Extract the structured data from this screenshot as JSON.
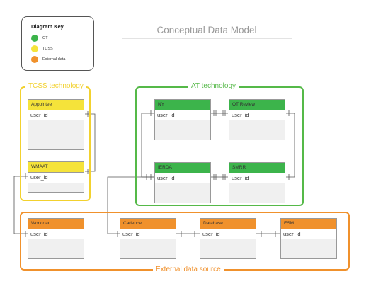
{
  "title": "Conceptual Data Model",
  "legend": {
    "title": "Diagram Key",
    "items": [
      {
        "label": "OT",
        "color": "#3cb44b"
      },
      {
        "label": "TCSS",
        "color": "#f5e33a"
      },
      {
        "label": "External data",
        "color": "#f0912c"
      }
    ]
  },
  "groups": {
    "tcss": {
      "label": "TCSS technology",
      "color": "#f2d12e"
    },
    "ot": {
      "label": "AT technology",
      "color": "#55b948"
    },
    "external": {
      "label": "External data source",
      "color": "#f0912c"
    }
  },
  "entities": {
    "appointee": {
      "name": "Appointee",
      "field": "user_id"
    },
    "wmaat": {
      "name": "WMAAT",
      "field": "user_id"
    },
    "ny": {
      "name": "NY",
      "field": "user_id"
    },
    "ot_review": {
      "name": "OT Review",
      "field": "user_id"
    },
    "ierda": {
      "name": "IERDA",
      "field": "user_id"
    },
    "smrr": {
      "name": "SMRR",
      "field": "user_id"
    },
    "workload": {
      "name": "Workload",
      "field": "user_id"
    },
    "cadence": {
      "name": "Cadence",
      "field": "user_id"
    },
    "database": {
      "name": "Database",
      "field": "user_id"
    },
    "esm": {
      "name": "ESM",
      "field": "user_id"
    }
  }
}
